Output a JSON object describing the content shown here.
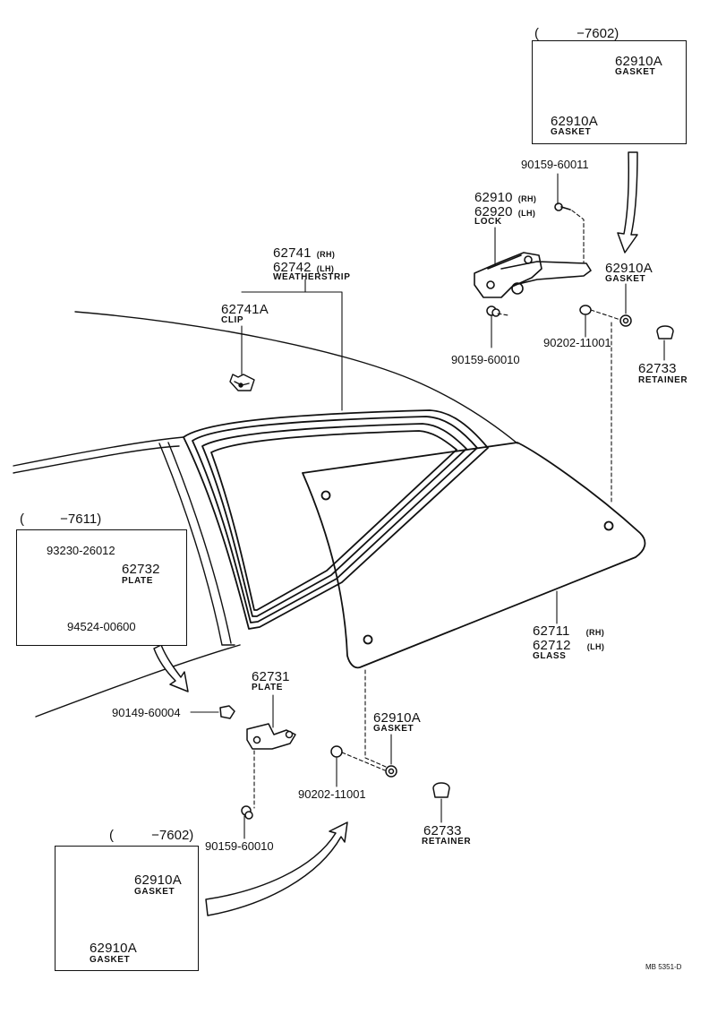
{
  "diagram": {
    "labels": {
      "weatherstrip_rh": "62741",
      "weatherstrip_rh_side": "(RH)",
      "weatherstrip_lh": "62742",
      "weatherstrip_lh_side": "(LH)",
      "weatherstrip_name": "WEATHERSTRIP",
      "clip_pn": "62741A",
      "clip_name": "CLIP",
      "lock_rh": "62910",
      "lock_rh_side": "(RH)",
      "lock_lh": "62920",
      "lock_lh_side": "(LH)",
      "lock_name": "LOCK",
      "screw_top": "90159-60011",
      "screw_mid": "90159-60010",
      "gasket_right_pn": "62910A",
      "gasket_right_name": "GASKET",
      "washer_right": "90202-11001",
      "retainer_right_pn": "62733",
      "retainer_right_name": "RETAINER",
      "glass_rh": "62711",
      "glass_rh_side": "(RH)",
      "glass_lh": "62712",
      "glass_lh_side": "(LH)",
      "glass_name": "GLASS",
      "plate_pn": "62731",
      "plate_name": "PLATE",
      "bolt_left": "90149-60004",
      "screw_bottom": "90159-60010",
      "gasket_lower_pn": "62910A",
      "gasket_lower_name": "GASKET",
      "washer_lower": "90202-11001",
      "retainer_lower_pn": "62733",
      "retainer_lower_name": "RETAINER",
      "doc_code": "MB 5351-D"
    },
    "inset_top": {
      "header_paren": "(",
      "header_code": "−7602)",
      "gasket_a_pn": "62910A",
      "gasket_a_name": "GASKET",
      "gasket_b_pn": "62910A",
      "gasket_b_name": "GASKET"
    },
    "inset_left": {
      "header_paren": "(",
      "header_code": "−7611)",
      "screw_pn": "93230-26012",
      "plate_pn": "62732",
      "plate_name": "PLATE",
      "nut_pn": "94524-00600"
    },
    "inset_bottom": {
      "header_paren": "(",
      "header_code": "−7602)",
      "gasket_a_pn": "62910A",
      "gasket_a_name": "GASKET",
      "gasket_b_pn": "62910A",
      "gasket_b_name": "GASKET"
    }
  }
}
